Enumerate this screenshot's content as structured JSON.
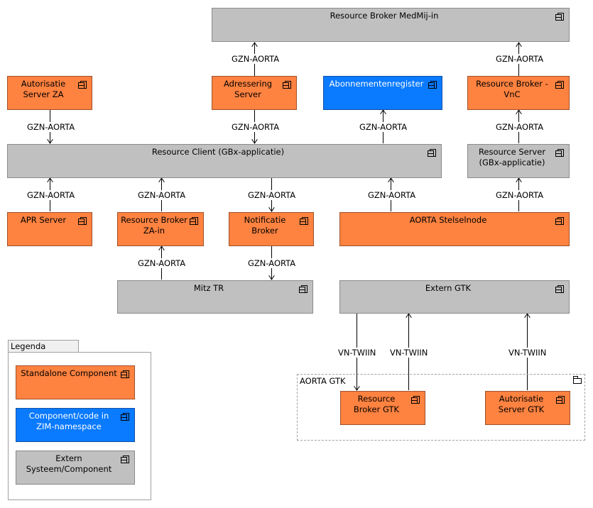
{
  "nodes": {
    "rb_medmij": "Resource Broker MedMij-in",
    "auth_za": "Autorisatie Server ZA",
    "adressering": "Adressering Server",
    "abonnementen": "Abonnementenregister",
    "rb_vnc": "Resource Broker - VnC",
    "resource_client": "Resource Client (GBx-applicatie)",
    "resource_server": "Resource Server (GBx-applicatie)",
    "apr": "APR Server",
    "rb_za": "Resource Broker ZA-in",
    "notificatie": "Notificatie Broker",
    "stelselnode": "AORTA Stelselnode",
    "mitz": "Mitz TR",
    "extern_gtk": "Extern GTK",
    "rb_gtk": "Resource Broker GTK",
    "auth_gtk": "Autorisatie Server GTK"
  },
  "group": {
    "label": "AORTA GTK"
  },
  "edges": {
    "gzn": "GZN-AORTA",
    "vn": "VN-TWIIN"
  },
  "legend": {
    "title": "Legenda",
    "standalone": "Standalone Component",
    "zim": "Component/code in ZIM-namespace",
    "extern": "Extern Systeem/Component"
  },
  "colors": {
    "standalone": "#fe8240",
    "zim": "#0a7aff",
    "extern": "#c0c0c0"
  }
}
